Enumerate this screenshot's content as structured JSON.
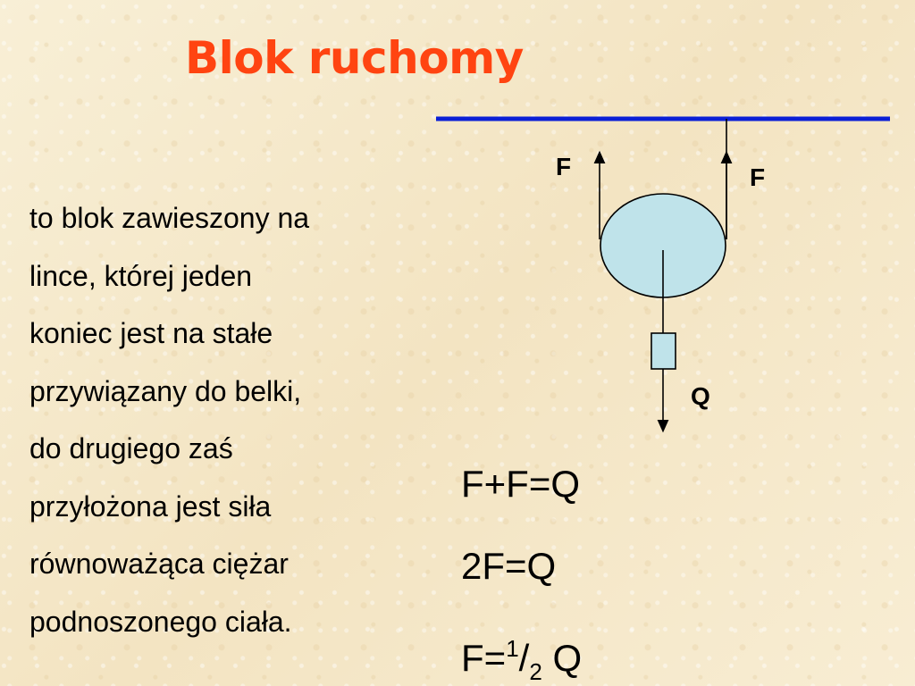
{
  "title": "Blok ruchomy",
  "definition_lines": [
    "to blok zawieszony na",
    "lince, której jeden",
    "koniec jest na stałe",
    "przywiązany do belki,",
    "do drugiego zaś",
    "przyłożona jest siła",
    "równoważąca ciężar",
    "podnoszonego ciała."
  ],
  "diagram": {
    "force_left_label": "F",
    "force_right_label": "F",
    "weight_label": "Q",
    "colors": {
      "beam": "#0a1fd6",
      "pulley_fill": "#bfe3ea",
      "weight_fill": "#bfe3ea",
      "stroke": "#000000"
    }
  },
  "formulas": {
    "line1": "F+F=Q",
    "line2": "2F=Q",
    "line3_prefix": "F=",
    "line3_numerator": "1",
    "line3_slash": "/",
    "line3_denominator": "2",
    "line3_suffix": " Q"
  },
  "colors": {
    "title": "#ff4411",
    "background": "#f7ecd0"
  }
}
